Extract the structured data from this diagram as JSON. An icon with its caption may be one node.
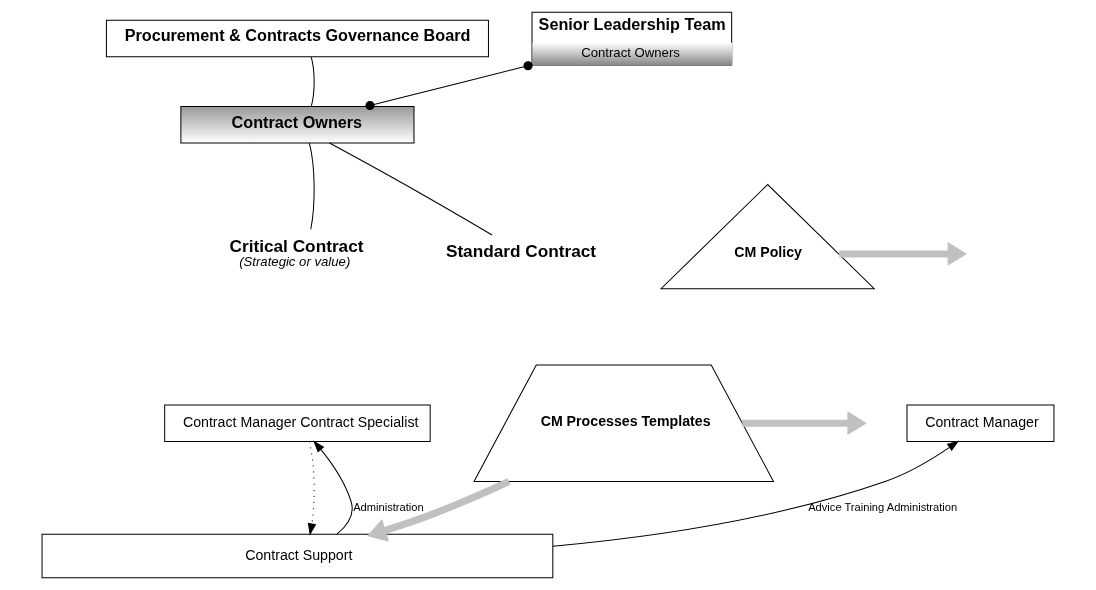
{
  "diagram": {
    "nodes": [
      {
        "text": [
          "Procurement & Contracts Governance Board"
        ]
      },
      {
        "text": [
          "Senior Leadership Team",
          "Contract Owners"
        ]
      },
      {
        "text": [
          "Contract Owners"
        ]
      },
      {
        "text": [
          "Critical Contract"
        ],
        "beside": [
          "(Strategic or value)"
        ]
      },
      {
        "text": [
          "Standard Contract"
        ]
      },
      {
        "text": [
          "Contract Manager Contract Specialist"
        ]
      },
      {
        "text": [
          "Contract Manager"
        ]
      },
      {
        "text": [
          "CM Policy"
        ]
      },
      {
        "text": [
          "CM Processes Templates"
        ]
      },
      {
        "text": [
          "Contract Support"
        ]
      }
    ],
    "edges": [
      {
        "from": 0,
        "to": 2,
        "arrow": "none"
      },
      {
        "from": 1,
        "to": 2,
        "arrow": "other"
      },
      {
        "from": 2,
        "to": 3,
        "arrow": "none"
      },
      {
        "from": 2,
        "to": 4,
        "arrow": "none"
      },
      {
        "from": 9,
        "to": 5,
        "arrow": "to",
        "label": "Administration"
      },
      {
        "from": 9,
        "to": 6,
        "arrow": "to",
        "label": "Advice Training Administration"
      },
      {
        "from": 5,
        "to": 9,
        "arrow": "to",
        "style": "dashed"
      },
      {
        "from": 7,
        "to": null,
        "arrow": "to",
        "style": "thick",
        "color": "#c0c0c0"
      },
      {
        "from": 8,
        "to": null,
        "arrow": "to",
        "style": "thick",
        "color": "#c0c0c0"
      },
      {
        "from": 8,
        "to": 9,
        "arrow": "to",
        "style": "thick",
        "color": "#c0c0c0"
      }
    ]
  }
}
